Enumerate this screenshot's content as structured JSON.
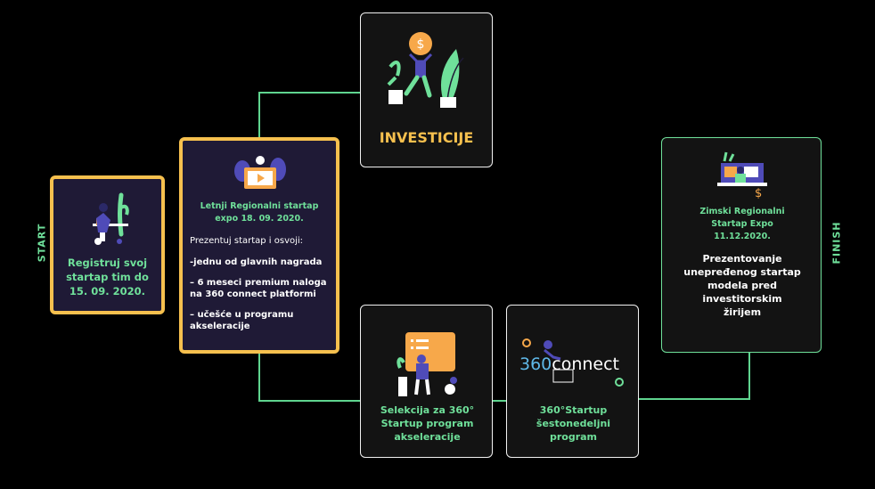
{
  "labels": {
    "start": "START",
    "finish": "FINISH"
  },
  "register": {
    "text": "Registruj svoj startap tim do 15. 09. 2020."
  },
  "summer_expo": {
    "title": "Letnji Regionalni startap expo 18. 09. 2020.",
    "intro": "Prezentuj startap i osvoji:",
    "items": [
      "-jednu od glavnih nagrada",
      "– 6 meseci premium naloga na 360 connect platformi",
      "– učešće u programu akseleracije"
    ]
  },
  "investicije": {
    "text": "INVESTICIJE"
  },
  "selekcija": {
    "text": "Selekcija za 360° Startup program akseleracije"
  },
  "connect": {
    "logo_number": "360",
    "logo_word": "connect",
    "text": "360°Startup šestonedeljni program"
  },
  "winter_expo": {
    "title": "Zimski Regionalni Startap Expo 11.12.2020.",
    "text": "Prezentovanje unepređenog startap modela pred investitorskim žirijem"
  },
  "colors": {
    "green": "#6fe09a",
    "yellow": "#f6c04e",
    "white_border": "#f2f2f2",
    "purple": "#4f4bb8",
    "orange": "#f7a84a"
  }
}
